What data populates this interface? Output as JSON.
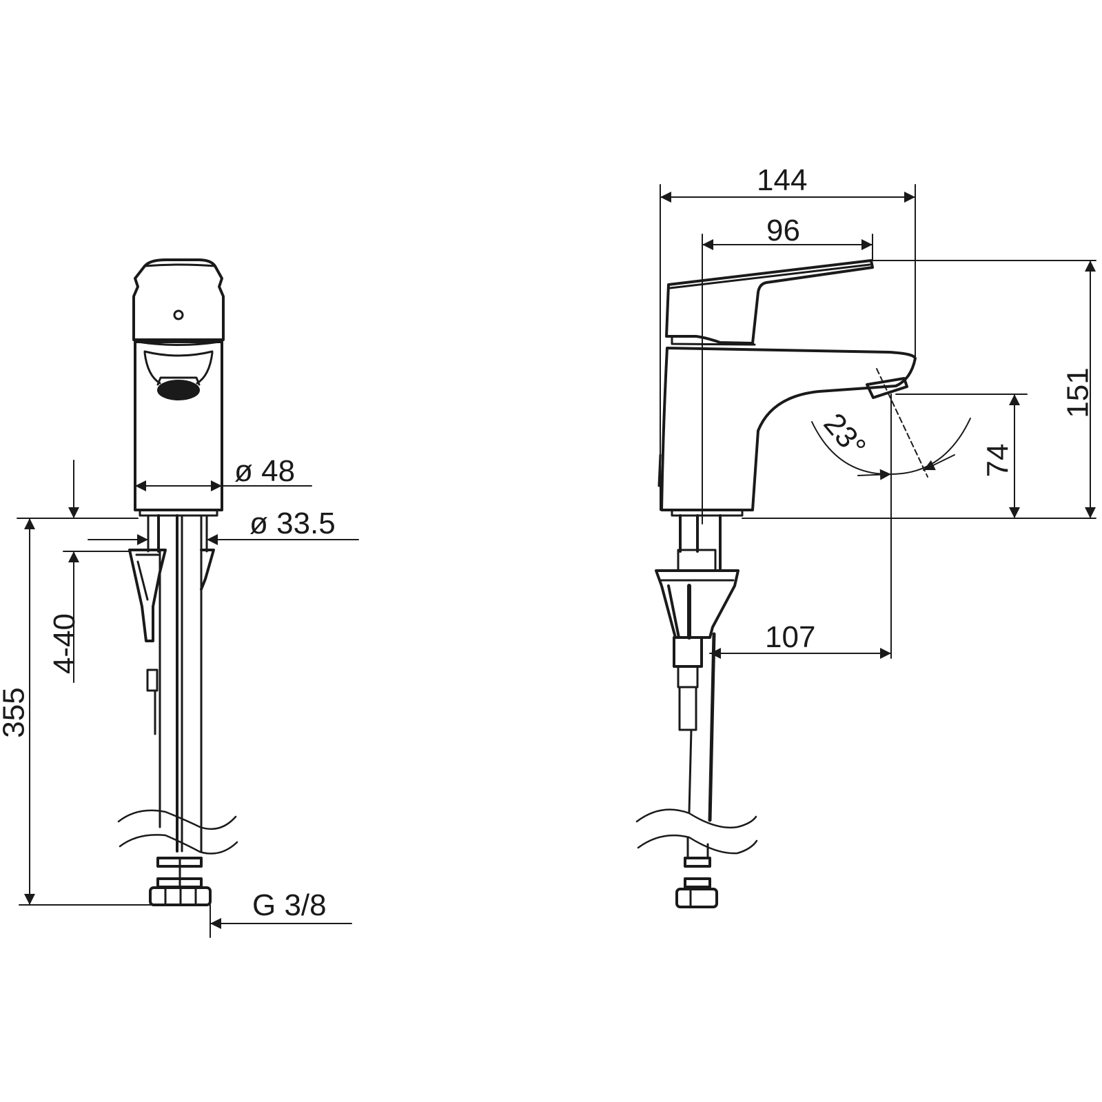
{
  "drawing": {
    "type": "technical-dimension-drawing",
    "subject": "single-lever basin mixer faucet",
    "colors": {
      "line": "#1a1a1a",
      "background": "#ffffff"
    },
    "front_view": {
      "dimensions": {
        "body_diameter": "ø 48",
        "shank_diameter": "ø 33.5",
        "deck_thickness": "4-40",
        "hose_length": "355",
        "connection_thread": "G 3/8"
      }
    },
    "side_view": {
      "dimensions": {
        "overall_depth": "144",
        "lever_length": "96",
        "overall_height": "151",
        "spout_height": "74",
        "spout_reach": "107",
        "spout_angle": "23°"
      }
    }
  }
}
